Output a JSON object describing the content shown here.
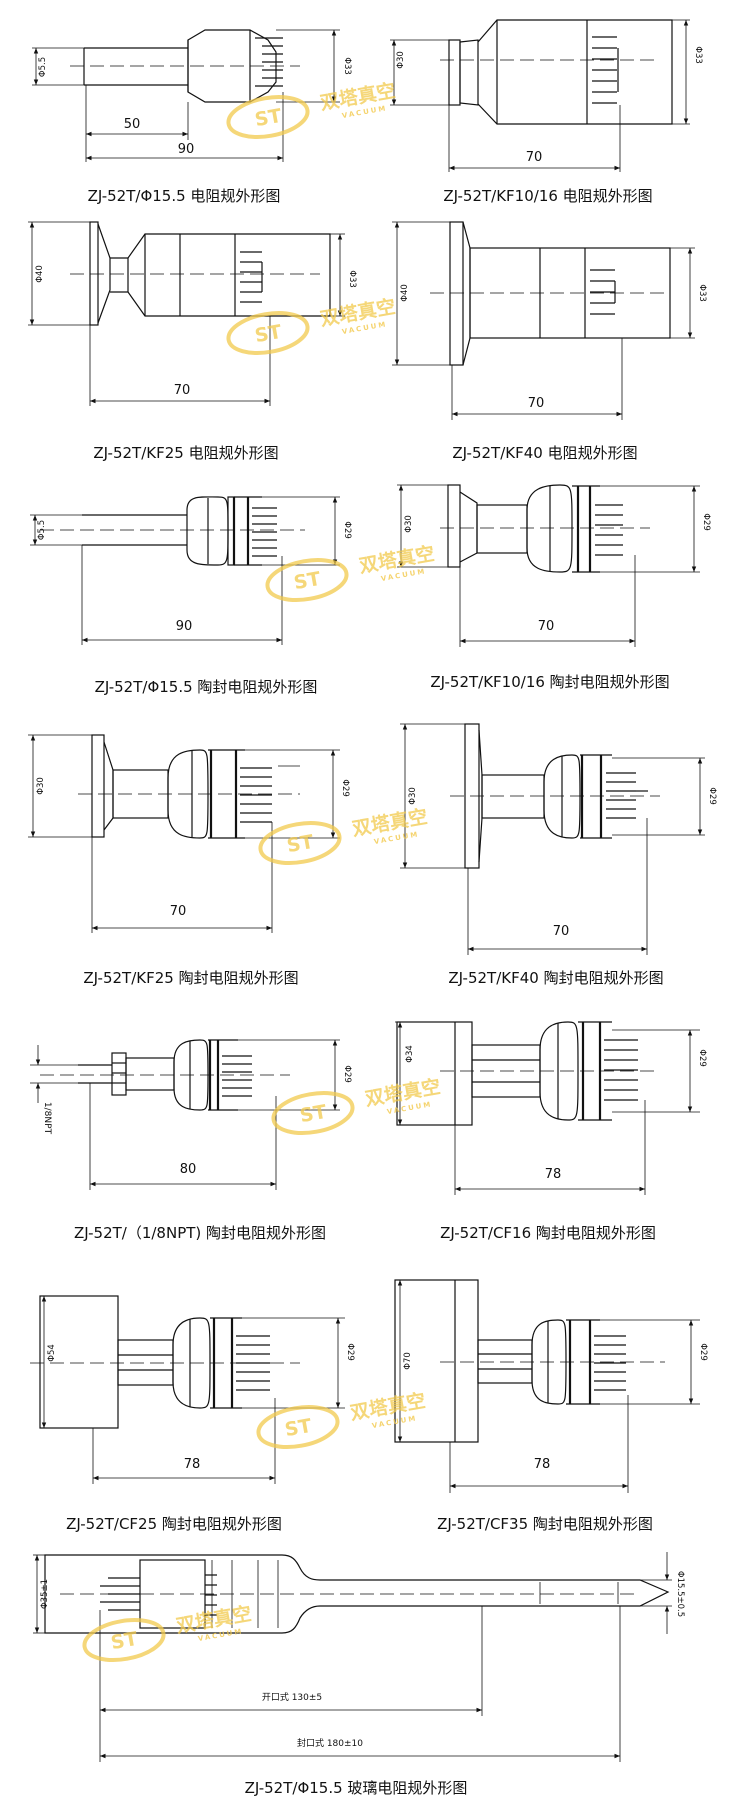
{
  "diagrams": [
    {
      "id": "d1",
      "caption": "ZJ-52T/Φ15.5 电阻规外形图",
      "dims": {
        "a": "Φ5.5",
        "b": "Φ33",
        "c": "50",
        "d": "90"
      }
    },
    {
      "id": "d2",
      "caption": "ZJ-52T/KF10/16 电阻规外形图",
      "dims": {
        "a": "Φ30",
        "b": "Φ33",
        "c": "70"
      }
    },
    {
      "id": "d3",
      "caption": "ZJ-52T/KF25 电阻规外形图",
      "dims": {
        "a": "Φ40",
        "b": "Φ33",
        "c": "70"
      }
    },
    {
      "id": "d4",
      "caption": "ZJ-52T/KF40 电阻规外形图",
      "dims": {
        "a": "Φ40",
        "b": "Φ33",
        "c": "70"
      }
    },
    {
      "id": "d5",
      "caption": "ZJ-52T/Φ15.5 陶封电阻规外形图",
      "dims": {
        "a": "Φ5.5",
        "b": "Φ29",
        "c": "90"
      }
    },
    {
      "id": "d6",
      "caption": "ZJ-52T/KF10/16 陶封电阻规外形图",
      "dims": {
        "a": "Φ30",
        "b": "Φ29",
        "c": "70"
      }
    },
    {
      "id": "d7",
      "caption": "ZJ-52T/KF25 陶封电阻规外形图",
      "dims": {
        "a": "Φ30",
        "b": "Φ29",
        "c": "70"
      }
    },
    {
      "id": "d8",
      "caption": "ZJ-52T/KF40 陶封电阻规外形图",
      "dims": {
        "a": "Φ30",
        "b": "Φ29",
        "c": "70"
      }
    },
    {
      "id": "d9",
      "caption": "ZJ-52T/（1/8NPT) 陶封电阻规外形图",
      "dims": {
        "a": "1/8NPT",
        "b": "Φ29",
        "c": "80"
      }
    },
    {
      "id": "d10",
      "caption": "ZJ-52T/CF16 陶封电阻规外形图",
      "dims": {
        "a": "Φ34",
        "b": "Φ29",
        "c": "78"
      }
    },
    {
      "id": "d11",
      "caption": "ZJ-52T/CF25 陶封电阻规外形图",
      "dims": {
        "a": "Φ54",
        "b": "Φ29",
        "c": "78"
      }
    },
    {
      "id": "d12",
      "caption": "ZJ-52T/CF35 陶封电阻规外形图",
      "dims": {
        "a": "Φ70",
        "b": "Φ29",
        "c": "78"
      }
    },
    {
      "id": "d13",
      "caption": "ZJ-52T/Φ15.5 玻璃电阻规外形图",
      "dims": {
        "a": "Φ35±1",
        "b": "Φ15.5±0.5",
        "c": "开口式 130±5",
        "d": "封口式 180±10"
      }
    }
  ],
  "watermark": {
    "brand": "双塔真空",
    "letters": "ST",
    "sub": "VACUUM",
    "color": "#f2c94c"
  }
}
